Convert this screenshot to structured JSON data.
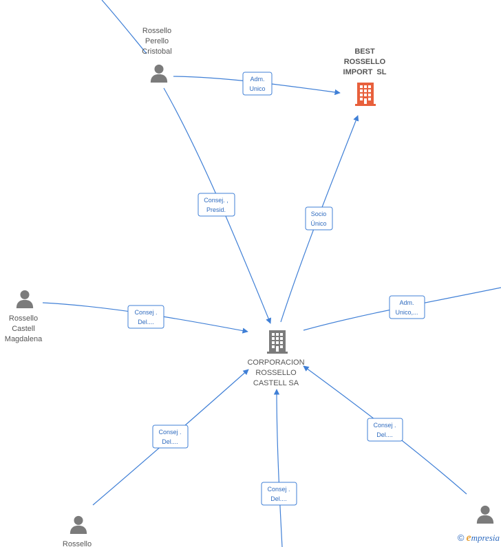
{
  "colors": {
    "edge": "#3f7fd6",
    "person_icon": "#7b7b7b",
    "company_main": "#e8603c",
    "company_other": "#7b7b7b"
  },
  "nodes": {
    "perello": {
      "lines": [
        "Rossello",
        "Perello",
        "Cristobal"
      ]
    },
    "best": {
      "lines": [
        "BEST",
        "ROSSELLO",
        "IMPORT  SL"
      ]
    },
    "corporacion": {
      "lines": [
        "CORPORACION",
        "ROSSELLO",
        "CASTELL SA"
      ]
    },
    "magdalena": {
      "lines": [
        "Rossello",
        "Castell",
        "Magdalena"
      ]
    },
    "bottom_left": {
      "lines": [
        "Rossello"
      ]
    },
    "bottom_right": {
      "lines": []
    }
  },
  "edges": {
    "perello_best": [
      "Adm.",
      "Unico"
    ],
    "perello_corp": [
      "Consej. ,",
      "Presid."
    ],
    "corp_best": [
      "Socio",
      "Único"
    ],
    "magdalena_corp": [
      "Consej .",
      "Del...."
    ],
    "right_corp": [
      "Adm.",
      "Unico,..."
    ],
    "bottomleft_corp": [
      "Consej .",
      "Del...."
    ],
    "bottom_corp": [
      "Consej .",
      "Del...."
    ],
    "bottomright_corp": [
      "Consej .",
      "Del...."
    ]
  },
  "watermark": {
    "copyright": "©",
    "brand_e": "e",
    "brand_rest": "mpresia"
  }
}
